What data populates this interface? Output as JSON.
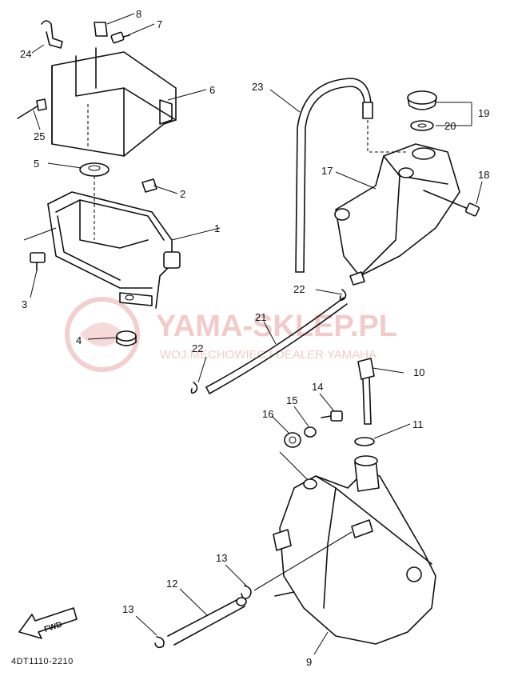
{
  "callouts": [
    "1",
    "2",
    "3",
    "4",
    "5",
    "6",
    "7",
    "8",
    "9",
    "10",
    "11",
    "12",
    "13",
    "13",
    "14",
    "15",
    "16",
    "17",
    "18",
    "19",
    "20",
    "21",
    "22",
    "22",
    "23",
    "24",
    "25"
  ],
  "diagram_code": "4DT1110-2210",
  "fwd_label": "FWD",
  "watermark": {
    "brand": "YAMA-SKLEP.PL",
    "tagline": "WOJ.MECHOWIEC I DEALER YAMAHA",
    "color": "#e06060"
  }
}
